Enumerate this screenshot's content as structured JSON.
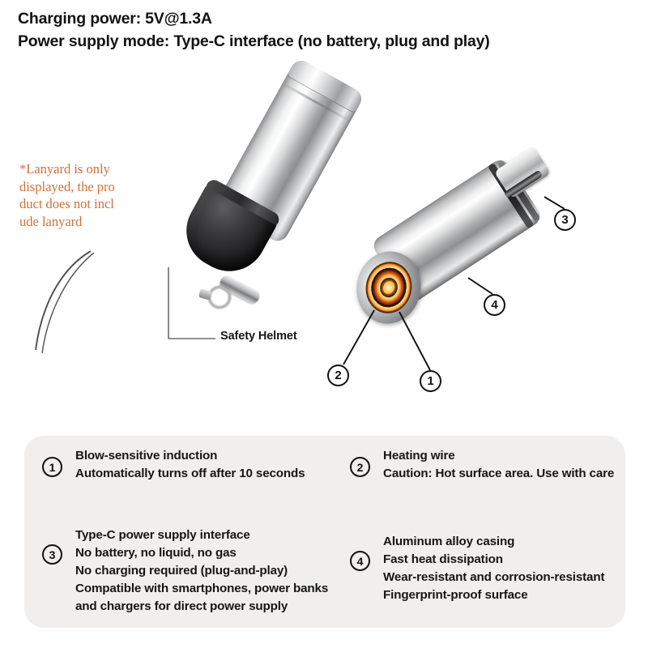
{
  "header": {
    "charging_power": "Charging power: 5V@1.3A",
    "power_supply_mode": "Power supply mode: Type-C interface (no battery, plug and play)"
  },
  "annotations": {
    "lanyard_note": "*Lanyard is only displayed, the product does not include lanyard",
    "lanyard_note_lines": [
      "*Lanyard is only",
      "displayed, the pro",
      "duct does not incl",
      "ude lanyard"
    ],
    "safety_helmet_label": "Safety Helmet"
  },
  "callouts": [
    {
      "id": "1",
      "number": "1",
      "target": "heating-coil-center"
    },
    {
      "id": "2",
      "number": "2",
      "target": "heating-coil-rim"
    },
    {
      "id": "3",
      "number": "3",
      "target": "type-c-plug"
    },
    {
      "id": "4",
      "number": "4",
      "target": "aluminum-casing"
    }
  ],
  "features": [
    {
      "number": "1",
      "lines": [
        "Blow-sensitive induction",
        "Automatically turns off after 10 seconds"
      ]
    },
    {
      "number": "2",
      "lines": [
        "Heating wire",
        "Caution: Hot surface area. Use with care"
      ]
    },
    {
      "number": "3",
      "lines": [
        "Type-C power supply interface",
        "No battery, no liquid, no gas",
        "No charging required (plug-and-play)",
        "Compatible with smartphones, power banks",
        "and chargers for direct power supply"
      ]
    },
    {
      "number": "4",
      "lines": [
        "Aluminum alloy casing",
        "Fast heat dissipation",
        "Wear-resistant and corrosion-resistant",
        "Fingerprint-proof surface"
      ]
    }
  ],
  "colors": {
    "background": "#ffffff",
    "panel_background": "#f0efed",
    "note_orange": "#d2703a",
    "text_dark": "#161616",
    "leader_gray": "#6e6e6e",
    "coil_glow": "#ffb347"
  }
}
